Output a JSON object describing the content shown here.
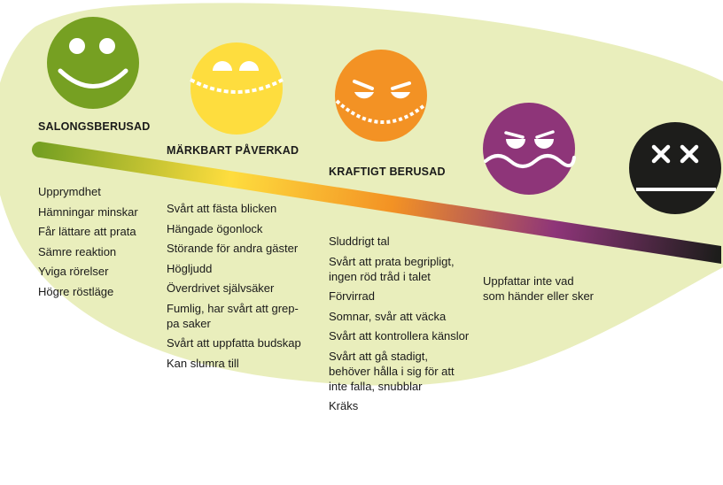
{
  "colors": {
    "background_blob": "#e9eebc",
    "stage1": "#76a022",
    "stage2": "#fedd3e",
    "stage3": "#f39224",
    "stage4": "#8e3579",
    "stage5": "#1d1d1b",
    "face_features": "#ffffff"
  },
  "stages": [
    {
      "title": "SALONGSBERUSAD",
      "icon": "happy-face-icon",
      "symptoms": [
        "Upprymdhet",
        "Hämningar minskar",
        "Får lättare att prata",
        "Sämre reaktion",
        "Yviga rörelser",
        "Högre röstläge"
      ]
    },
    {
      "title": "MÄRKBART PÅVERKAD",
      "icon": "tipsy-face-icon",
      "symptoms": [
        "Svårt att fästa blicken",
        "Hängade ögonlock",
        "Störande för andra gäster",
        "Högljudd",
        "Överdrivet självsäker",
        "Fumlig, har svårt att grep-\npa saker",
        "Svårt att uppfatta budskap",
        "Kan slumra till"
      ]
    },
    {
      "title": "KRAFTIGT BERUSAD",
      "icon": "drunk-face-icon",
      "symptoms": [
        "Sluddrigt tal",
        "Svårt att prata begripligt,\ningen röd tråd i talet",
        "Förvirrad",
        "Somnar, svår att väcka",
        "Svårt att kontrollera känslor",
        "Svårt att gå stadigt,\nbehöver hålla i sig för att\ninte falla, snubblar",
        "Kräks"
      ]
    },
    {
      "title": "",
      "icon": "nauseous-face-icon",
      "symptoms": [
        "Uppfattar inte vad\nsom händer eller sker"
      ]
    },
    {
      "title": "",
      "icon": "unconscious-face-icon",
      "symptoms": []
    }
  ]
}
